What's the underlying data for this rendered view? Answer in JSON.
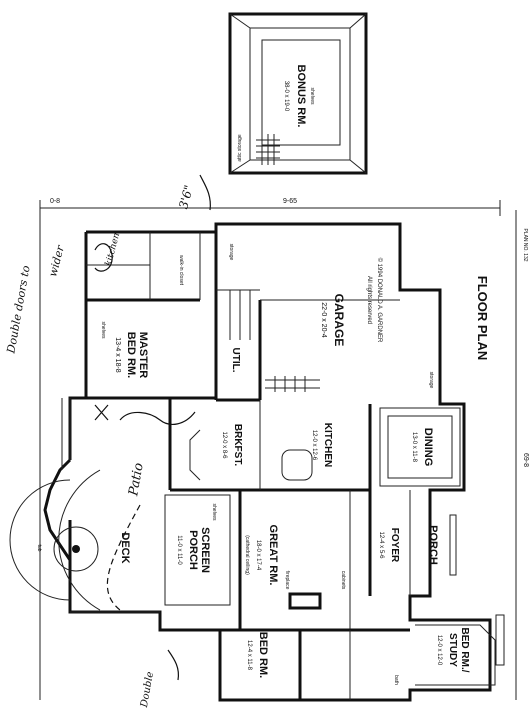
{
  "rooms": {
    "bonus": {
      "name": "BONUS RM.",
      "dims": "38-0 x 19-0",
      "note": "attic storage",
      "shelf": "shelves"
    },
    "garage": {
      "name": "GARAGE",
      "dims": "22-0 x 20-4",
      "storage": "storage"
    },
    "master": {
      "name_line1": "MASTER",
      "name_line2": "BED RM.",
      "dims": "13-4 x 18-8",
      "shelves": "shelves",
      "closet": "walk-in closet"
    },
    "util": {
      "name": "UTIL."
    },
    "brkfst": {
      "name": "BRKFST.",
      "dims": "12-0 x 8-6"
    },
    "kitchen": {
      "name": "KITCHEN",
      "dims": "12-0 x 12-6"
    },
    "dining": {
      "name": "DINING",
      "dims": "13-0 x 11-8"
    },
    "great": {
      "name": "GREAT RM.",
      "dims": "18-0 x 17-4",
      "note": "(cathedral ceiling)",
      "fireplace": "fireplace",
      "cabinets": "cabinets"
    },
    "screen": {
      "name_line1": "SCREEN",
      "name_line2": "PORCH",
      "dims": "11-0 x 11-0",
      "shelves": "shelves"
    },
    "foyer": {
      "name": "FOYER",
      "dims": "12-4 x 5-6"
    },
    "porch": {
      "name": "PORCH"
    },
    "bed": {
      "name": "BED RM.",
      "dims": "12-4 x 11-8"
    },
    "study": {
      "name_line1": "BED RM./",
      "name_line2": "STUDY",
      "dims": "12-0 x 12-0"
    },
    "deck": {
      "name": "DECK"
    },
    "bath": {
      "name": "bath"
    }
  },
  "plan": {
    "title": "FLOOR PLAN",
    "copyright_line1": "© 1994 DONALD A. GARDNER",
    "copyright_line2": "All rights reserved",
    "plan_no": "PLAN NO. 132",
    "dim_top": "9-65",
    "dim_left": "0-8",
    "dim_right": "69-8",
    "storage": "storage",
    "hot_tub": "tub"
  },
  "handwriting": {
    "double_top": "Double doors to",
    "wider": "wider",
    "measure": "3'6\"",
    "patio": "Patio",
    "double_bottom": "Double",
    "master_note": "kitchen"
  }
}
